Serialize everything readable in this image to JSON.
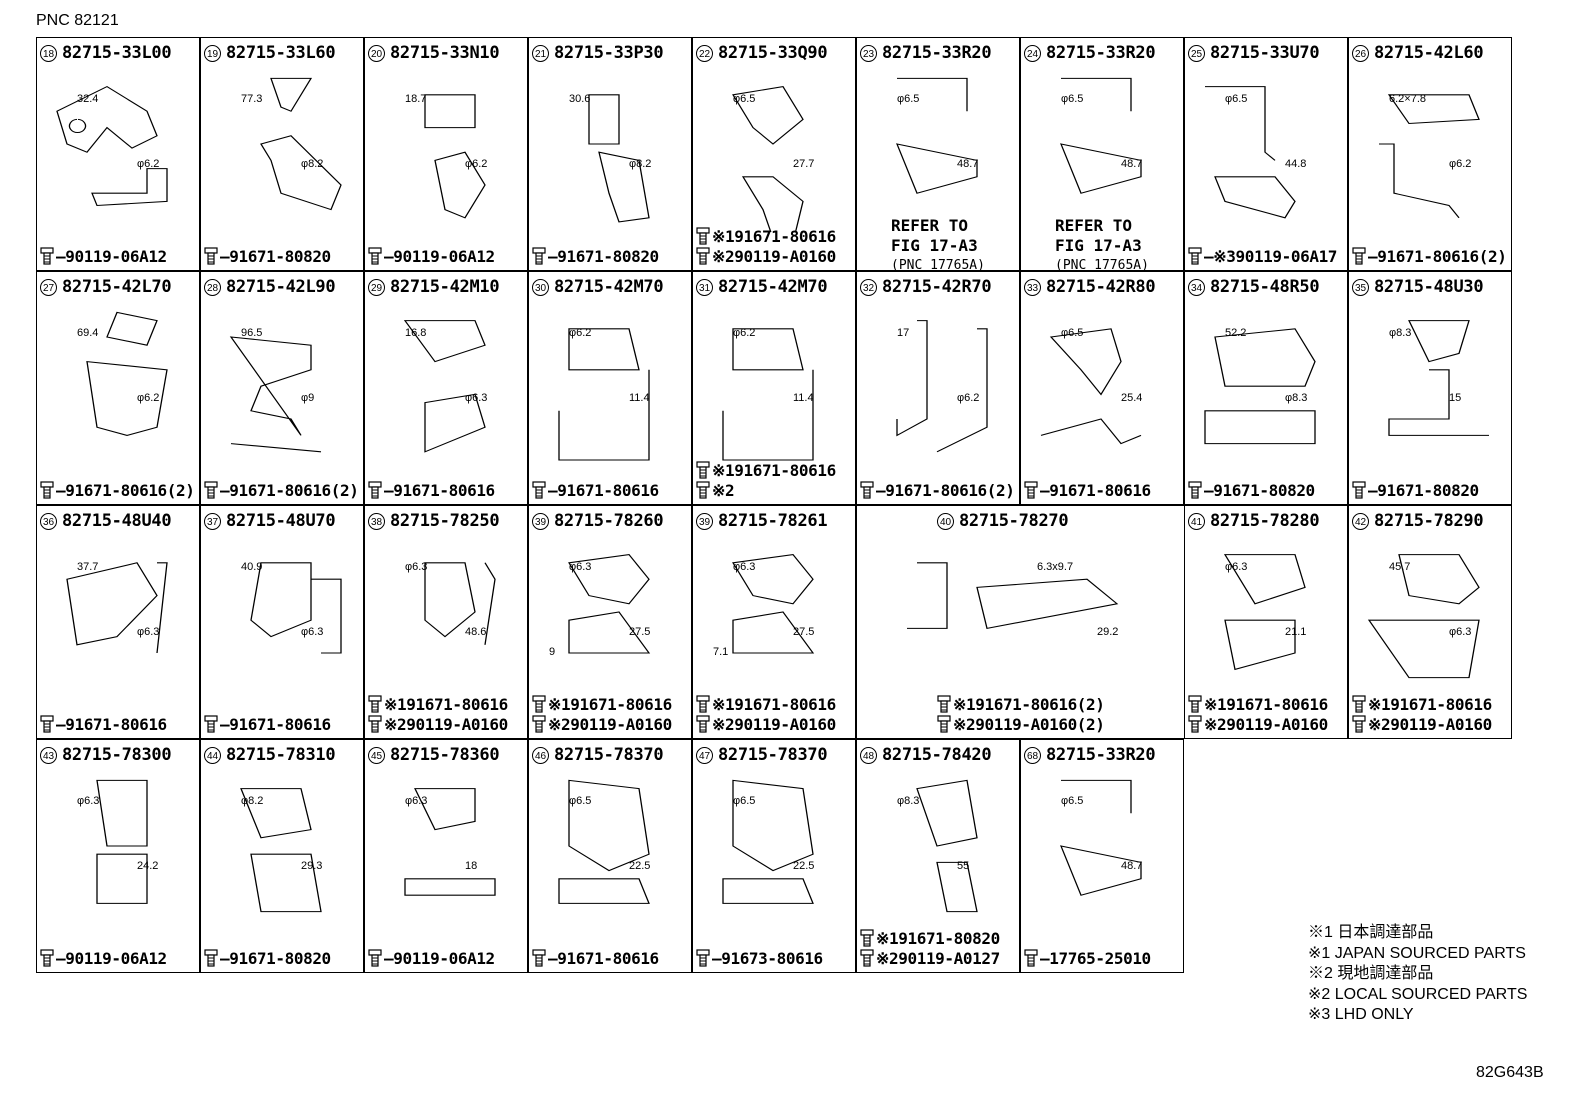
{
  "header": {
    "pnc": "PNC 82121"
  },
  "footer_code": "82G643B",
  "notes": [
    "※1 日本調達部品",
    "※1 JAPAN SOURCED PARTS",
    "※2 現地調達部品",
    "※2 LOCAL SOURCED PARTS",
    "※3 LHD ONLY"
  ],
  "cells": [
    {
      "num": "18",
      "part": "82715-33L00",
      "dims": [
        "32.4",
        "φ6.2"
      ],
      "fast": [
        "—90119-06A12"
      ]
    },
    {
      "num": "19",
      "part": "82715-33L60",
      "dims": [
        "77.3",
        "φ8.2"
      ],
      "fast": [
        "—91671-80820"
      ]
    },
    {
      "num": "20",
      "part": "82715-33N10",
      "dims": [
        "18.7",
        "φ6.2"
      ],
      "fast": [
        "—90119-06A12"
      ]
    },
    {
      "num": "21",
      "part": "82715-33P30",
      "dims": [
        "30.6",
        "φ8.2"
      ],
      "fast": [
        "—91671-80820"
      ]
    },
    {
      "num": "22",
      "part": "82715-33Q90",
      "dims": [
        "φ6.5",
        "27.7"
      ],
      "fast": [
        "※191671-80616",
        "※290119-A0160"
      ]
    },
    {
      "num": "23",
      "part": "82715-33R20",
      "dims": [
        "φ6.5",
        "48.7"
      ],
      "fast": [],
      "refer": [
        "REFER TO",
        "FIG 17-A3",
        "(PNC 17765A)"
      ]
    },
    {
      "num": "24",
      "part": "82715-33R20",
      "dims": [
        "φ6.5",
        "48.7"
      ],
      "fast": [],
      "refer": [
        "REFER TO",
        "FIG 17-A3",
        "(PNC 17765A)"
      ]
    },
    {
      "num": "25",
      "part": "82715-33U70",
      "dims": [
        "φ6.5",
        "44.8"
      ],
      "fast": [
        "—※390119-06A17"
      ]
    },
    {
      "num": "26",
      "part": "82715-42L60",
      "dims": [
        "6.2×7.8",
        "φ6.2"
      ],
      "fast": [
        "—91671-80616(2)"
      ]
    },
    {
      "num": "27",
      "part": "82715-42L70",
      "dims": [
        "69.4",
        "φ6.2"
      ],
      "fast": [
        "—91671-80616(2)"
      ]
    },
    {
      "num": "28",
      "part": "82715-42L90",
      "dims": [
        "96.5",
        "φ9"
      ],
      "fast": [
        "—91671-80616(2)"
      ]
    },
    {
      "num": "29",
      "part": "82715-42M10",
      "dims": [
        "16.8",
        "φ6.3"
      ],
      "fast": [
        "—91671-80616"
      ]
    },
    {
      "num": "30",
      "part": "82715-42M70",
      "dims": [
        "φ6.2",
        "11.4"
      ],
      "fast": [
        "—91671-80616"
      ]
    },
    {
      "num": "31",
      "part": "82715-42M70",
      "dims": [
        "φ6.2",
        "11.4"
      ],
      "fast": [
        "※191671-80616",
        "※2"
      ]
    },
    {
      "num": "32",
      "part": "82715-42R70",
      "dims": [
        "17",
        "φ6.2"
      ],
      "fast": [
        "—91671-80616(2)"
      ]
    },
    {
      "num": "33",
      "part": "82715-42R80",
      "dims": [
        "φ6.5",
        "25.4"
      ],
      "fast": [
        "—91671-80616"
      ]
    },
    {
      "num": "34",
      "part": "82715-48R50",
      "dims": [
        "52.2",
        "φ8.3"
      ],
      "fast": [
        "—91671-80820"
      ]
    },
    {
      "num": "35",
      "part": "82715-48U30",
      "dims": [
        "φ8.3",
        "15"
      ],
      "fast": [
        "—91671-80820"
      ]
    },
    {
      "num": "36",
      "part": "82715-48U40",
      "dims": [
        "37.7",
        "φ6.3"
      ],
      "fast": [
        "—91671-80616"
      ]
    },
    {
      "num": "37",
      "part": "82715-48U70",
      "dims": [
        "40.9",
        "φ6.3"
      ],
      "fast": [
        "—91671-80616"
      ]
    },
    {
      "num": "38",
      "part": "82715-78250",
      "dims": [
        "φ6.3",
        "48.6"
      ],
      "fast": [
        "※191671-80616",
        "※290119-A0160"
      ]
    },
    {
      "num": "39",
      "part": "82715-78260",
      "dims": [
        "φ6.3",
        "27.5",
        "9"
      ],
      "fast": [
        "※191671-80616",
        "※290119-A0160"
      ]
    },
    {
      "num": "39",
      "part": "82715-78261",
      "dims": [
        "φ6.3",
        "27.5",
        "7.1"
      ],
      "fast": [
        "※191671-80616",
        "※290119-A0160"
      ]
    },
    {
      "num": "40",
      "part": "82715-78270",
      "dims": [
        "6.3x9.7",
        "29.2"
      ],
      "fast": [
        "※191671-80616(2)",
        "※290119-A0160(2)"
      ]
    },
    {
      "num": "41",
      "part": "82715-78280",
      "dims": [
        "φ6.3",
        "21.1"
      ],
      "fast": [
        "※191671-80616",
        "※290119-A0160"
      ]
    },
    {
      "num": "42",
      "part": "82715-78290",
      "dims": [
        "45.7",
        "φ6.3"
      ],
      "fast": [
        "※191671-80616",
        "※290119-A0160"
      ]
    },
    {
      "num": "43",
      "part": "82715-78300",
      "dims": [
        "φ6.3",
        "24.2"
      ],
      "fast": [
        "—90119-06A12"
      ]
    },
    {
      "num": "44",
      "part": "82715-78310",
      "dims": [
        "φ8.2",
        "29.3"
      ],
      "fast": [
        "—91671-80820"
      ]
    },
    {
      "num": "45",
      "part": "82715-78360",
      "dims": [
        "φ6.3",
        "18"
      ],
      "fast": [
        "—90119-06A12"
      ]
    },
    {
      "num": "46",
      "part": "82715-78370",
      "dims": [
        "φ6.5",
        "22.5"
      ],
      "fast": [
        "—91671-80616"
      ]
    },
    {
      "num": "47",
      "part": "82715-78370",
      "dims": [
        "φ6.5",
        "22.5"
      ],
      "fast": [
        "—91673-80616"
      ]
    },
    {
      "num": "48",
      "part": "82715-78420",
      "dims": [
        "φ8.3",
        "55"
      ],
      "fast": [
        "※191671-80820",
        "※290119-A0127"
      ]
    },
    {
      "num": "68",
      "part": "82715-33R20",
      "dims": [
        "φ6.5",
        "48.7"
      ],
      "fast": [
        "—17765-25010"
      ]
    }
  ]
}
